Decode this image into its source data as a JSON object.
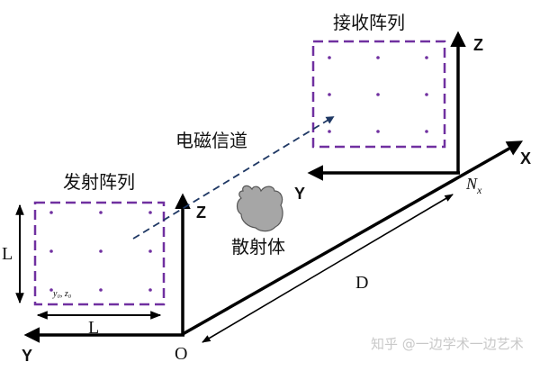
{
  "labels": {
    "receive_array": "接收阵列",
    "transmit_array": "发射阵列",
    "em_channel": "电磁信道",
    "scatterer": "散射体",
    "distance": "D",
    "size_vertical": "L",
    "size_horizontal": "L",
    "origin": "O",
    "nx": "N",
    "nx_sub": "x",
    "y0z0": "y₀, z₀"
  },
  "axes": {
    "rx_z": "Z",
    "rx_y": "Y",
    "x": "X",
    "tx_z": "Z",
    "tx_y": "Y"
  },
  "watermark": "知乎 @一边学术一边艺术",
  "colors": {
    "array_border": "#7030a0",
    "array_dot": "#7030a0",
    "channel_arrow": "#1f3864",
    "scatterer_fill": "#a6a6a6",
    "axis": "#000000"
  }
}
